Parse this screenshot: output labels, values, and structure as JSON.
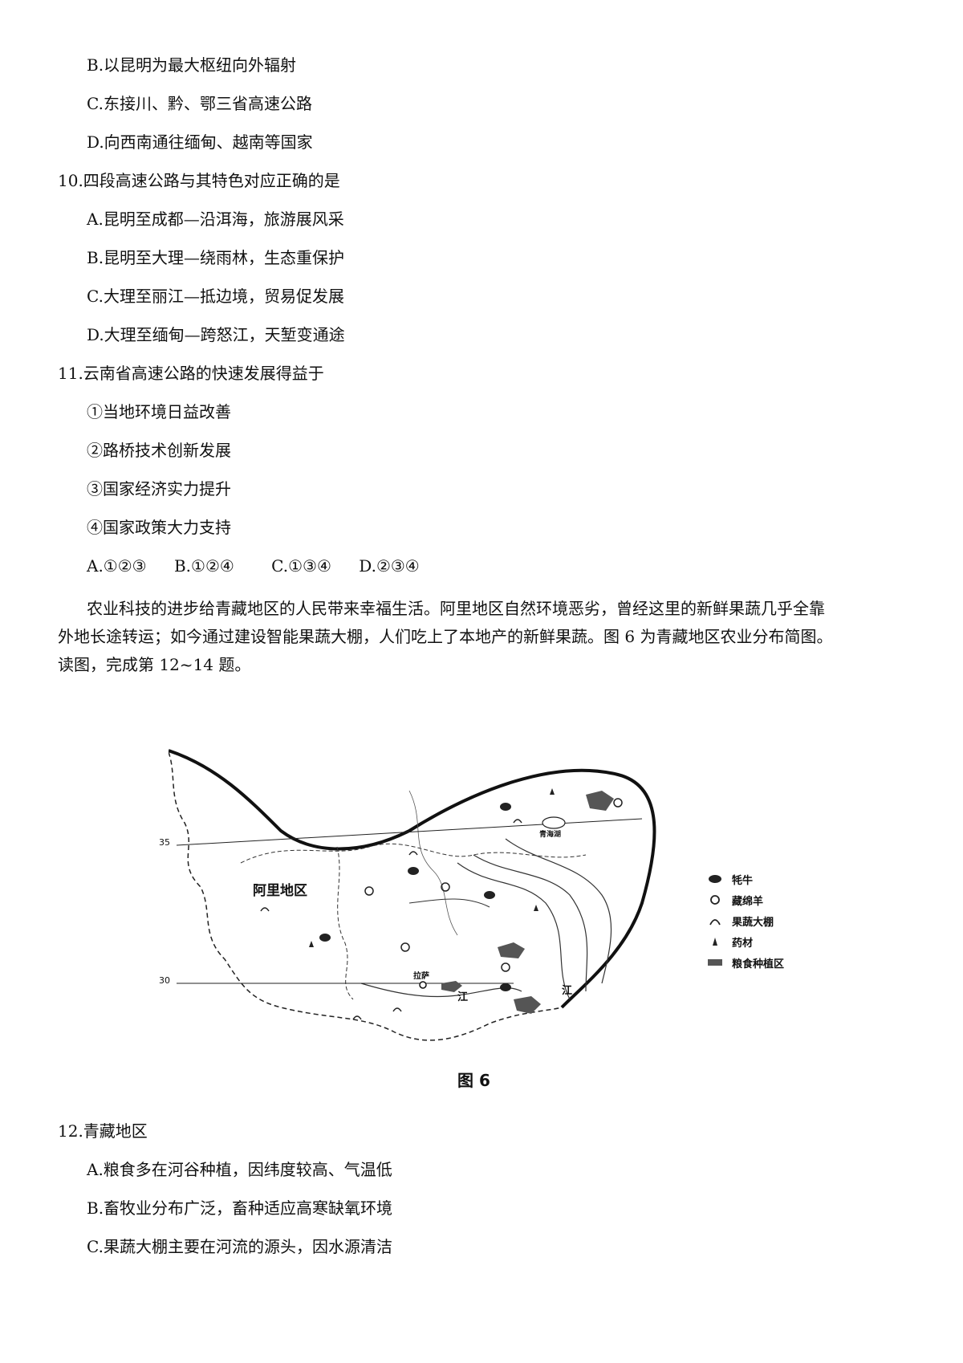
{
  "top_options": [
    "B.以昆明为最大枢纽向外辐射",
    "C.东接川、黔、鄂三省高速公路",
    "D.向西南通往缅甸、越南等国家"
  ],
  "q10": {
    "stem": "10.四段高速公路与其特色对应正确的是",
    "options": [
      "A.昆明至成都—沿洱海，旅游展风采",
      "B.昆明至大理—绕雨林，生态重保护",
      "C.大理至丽江—抵边境，贸易促发展",
      "D.大理至缅甸—跨怒江，天堑变通途"
    ]
  },
  "q11": {
    "stem": "11.云南省高速公路的快速发展得益于",
    "items": [
      "①当地环境日益改善",
      "②路桥技术创新发展",
      "③国家经济实力提升",
      "④国家政策大力支持"
    ],
    "answers": [
      "A.①②③",
      "B.①②④",
      "C.①③④",
      "D.②③④"
    ]
  },
  "passage": {
    "line1": "农业科技的进步给青藏地区的人民带来幸福生活。阿里地区自然环境恶劣，曾经这里的新鲜果蔬几乎全靠",
    "line2": "外地长途转运；如今通过建设智能果蔬大棚，人们吃上了本地产的新鲜果蔬。图 6 为青藏地区农业分布简图。",
    "line3": "读图，完成第 12~14 题。"
  },
  "figure": {
    "caption": "图 6",
    "region_label": "阿里地区",
    "lat_35": "35",
    "lat_30": "30",
    "lake_label": "青海湖",
    "city_label": "拉萨",
    "river_label_1": "江",
    "river_label_2": "江",
    "legend": [
      {
        "icon": "yak-icon",
        "label": "牦牛"
      },
      {
        "icon": "goat-icon",
        "label": "藏绵羊"
      },
      {
        "icon": "greenhouse-icon",
        "label": "果蔬大棚"
      },
      {
        "icon": "herb-icon",
        "label": "药材"
      },
      {
        "icon": "grain-area-icon",
        "label": "粮食种植区"
      }
    ]
  },
  "q12": {
    "stem": "12.青藏地区",
    "options": [
      "A.粮食多在河谷种植，因纬度较高、气温低",
      "B.畜牧业分布广泛，畜种适应高寒缺氧环境",
      "C.果蔬大棚主要在河流的源头，因水源清洁"
    ]
  }
}
